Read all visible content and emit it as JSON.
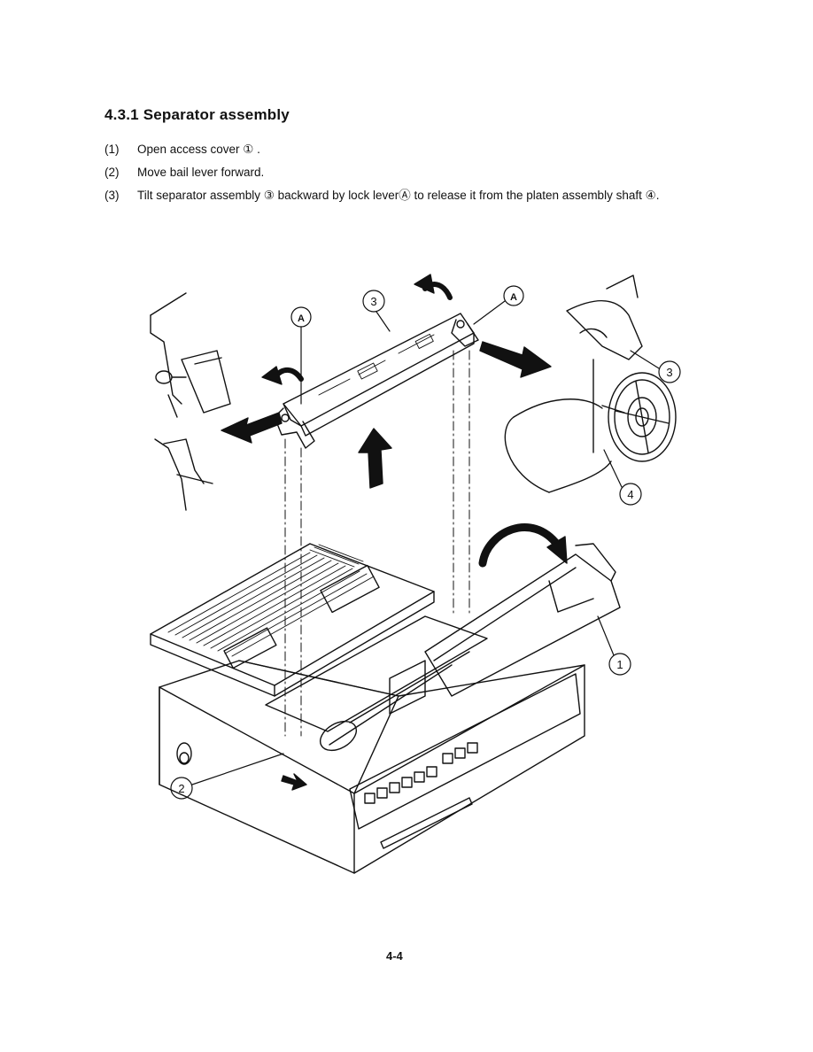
{
  "section": {
    "title": "4.3.1  Separator assembly"
  },
  "steps": [
    {
      "num": "(1)",
      "text": "Open access cover ① ."
    },
    {
      "num": "(2)",
      "text": "Move bail lever forward."
    },
    {
      "num": "(3)",
      "text": "Tilt separator assembly ③ backward by lock leverⒶ to release it from the platen assembly shaft ④."
    }
  ],
  "figure": {
    "callouts": {
      "access_cover": "1",
      "bail_lever": "2",
      "separator_assembly_top": "3",
      "separator_assembly_right": "3",
      "platen_shaft": "4",
      "lock_lever_left": "A",
      "lock_lever_right": "A"
    }
  },
  "footer": {
    "page_number": "4-4"
  }
}
